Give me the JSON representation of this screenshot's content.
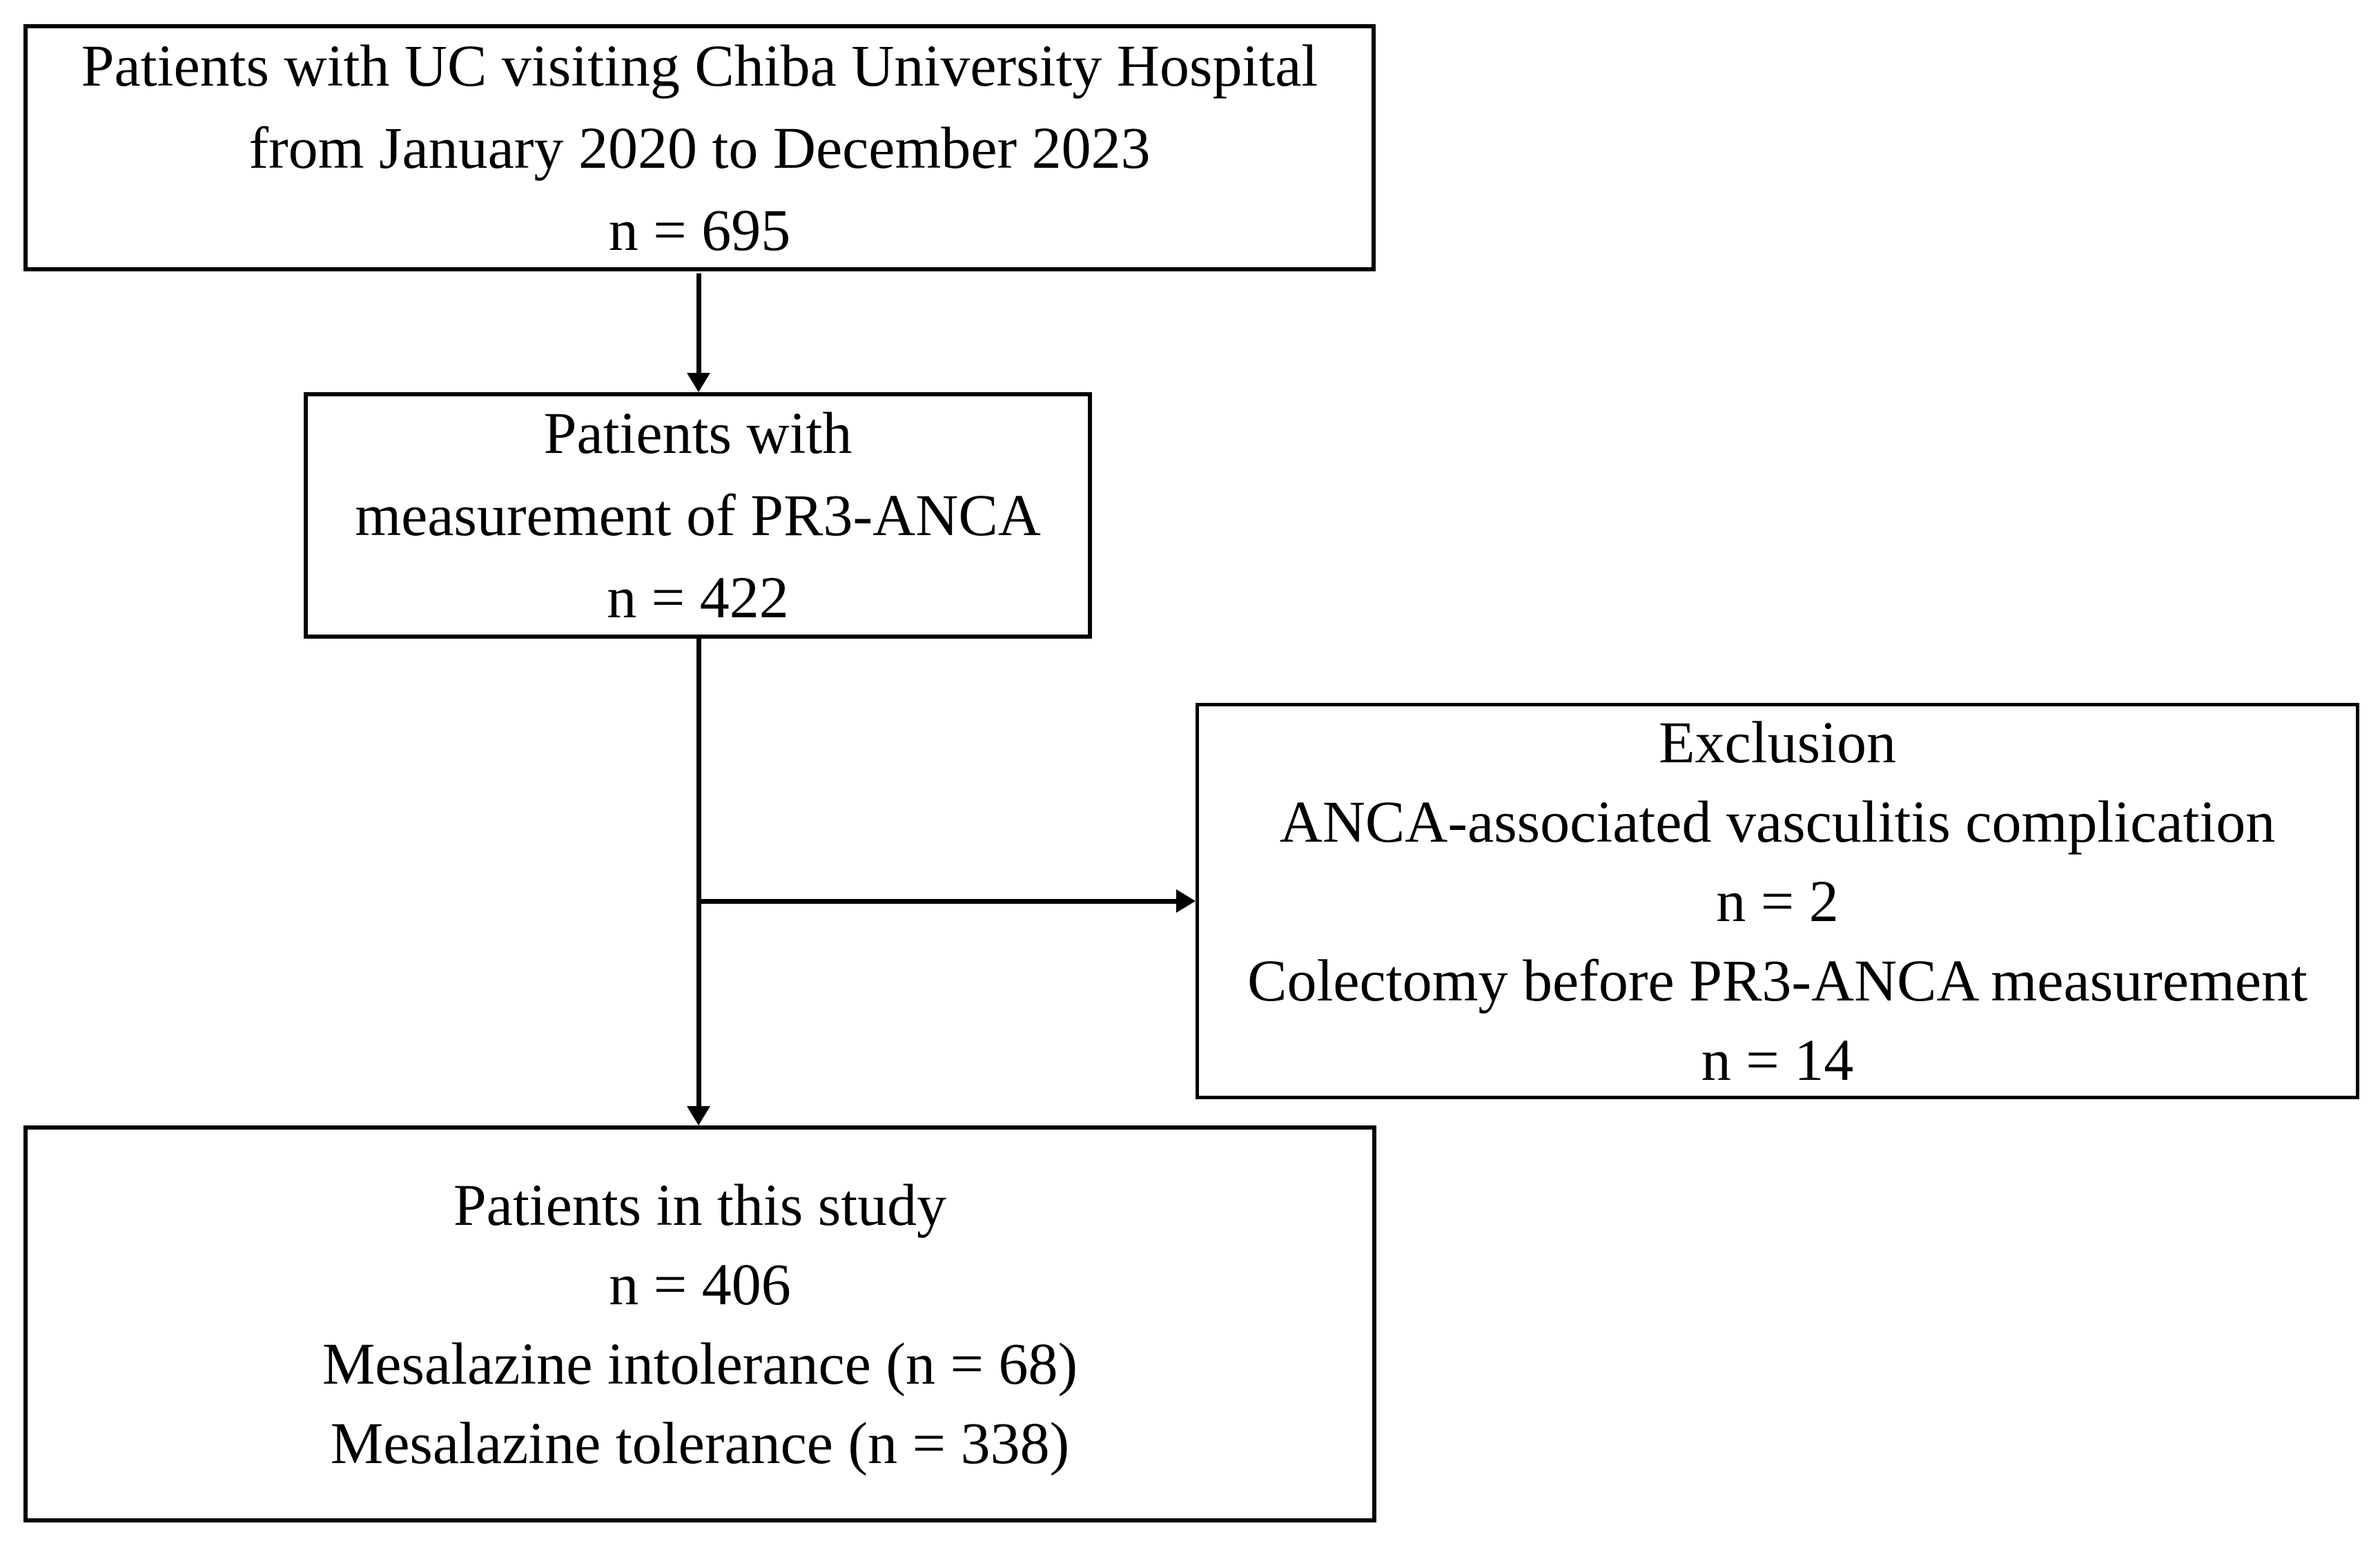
{
  "diagram": {
    "background_color": "#ffffff",
    "line_color": "#000000",
    "boxes": {
      "source": {
        "lines": [
          "Patients with UC visiting Chiba University Hospital",
          "from January 2020 to December 2023",
          "n = 695"
        ]
      },
      "measurement": {
        "lines": [
          "Patients with",
          "measurement of PR3-ANCA",
          "n = 422"
        ]
      },
      "exclusion": {
        "lines": [
          "Exclusion",
          "ANCA-associated vasculitis complication",
          "n = 2",
          "Colectomy before PR3-ANCA measurement",
          "n = 14"
        ]
      },
      "study": {
        "lines": [
          "Patients in this study",
          "n = 406",
          "",
          "Mesalazine intolerance (n = 68)",
          "Mesalazine tolerance  (n = 338)"
        ]
      }
    }
  }
}
